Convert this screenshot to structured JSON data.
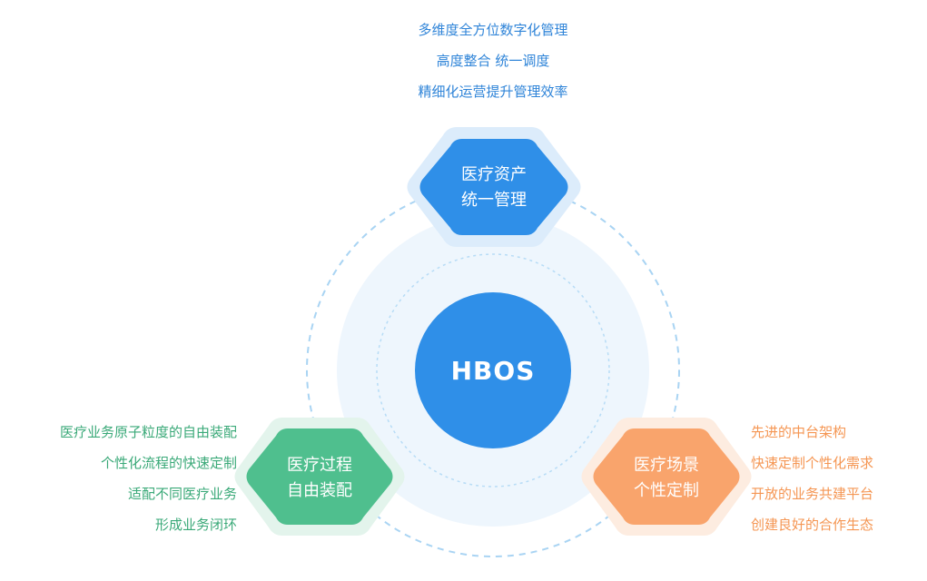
{
  "core": {
    "label": "HBOS"
  },
  "colors": {
    "blue": "#2f8fe8",
    "green": "#4fbf8e",
    "orange": "#f9a46c",
    "halo": "#e8f3fc",
    "dash": "#a9d4f3",
    "blue_text": "#2f84d8",
    "green_text": "#3aa978",
    "orange_text": "#f59653"
  },
  "nodes": {
    "top": {
      "label_lines": [
        "医疗资产",
        "统一管理"
      ],
      "descriptions": [
        "多维度全方位数字化管理",
        "高度整合  统一调度",
        "精细化运营提升管理效率"
      ]
    },
    "left": {
      "label_lines": [
        "医疗过程",
        "自由装配"
      ],
      "descriptions": [
        "医疗业务原子粒度的自由装配",
        "个性化流程的快速定制",
        "适配不同医疗业务",
        "形成业务闭环"
      ]
    },
    "right": {
      "label_lines": [
        "医疗场景",
        "个性定制"
      ],
      "descriptions": [
        "先进的中台架构",
        "快速定制个性化需求",
        "开放的业务共建平台",
        "创建良好的合作生态"
      ]
    }
  }
}
